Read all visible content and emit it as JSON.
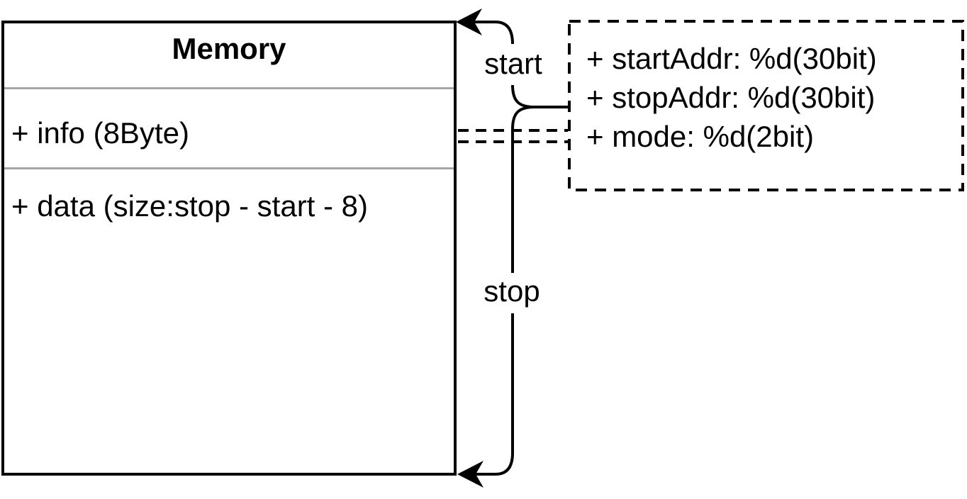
{
  "memory_class": {
    "title": "Memory",
    "fields": [
      {
        "label": "+ info (8Byte)"
      },
      {
        "label": "+ data (size:stop - start - 8)"
      }
    ]
  },
  "detail_box": {
    "fields": [
      {
        "label": "+ startAddr: %d(30bit)"
      },
      {
        "label": "+ stopAddr: %d(30bit)"
      },
      {
        "label": "+ mode: %d(2bit)"
      }
    ]
  },
  "connectors": {
    "start_label": "start",
    "stop_label": "stop"
  },
  "colors": {
    "line": "#000000",
    "divider": "#a6a6a6",
    "text": "#000000",
    "background": "#ffffff"
  }
}
